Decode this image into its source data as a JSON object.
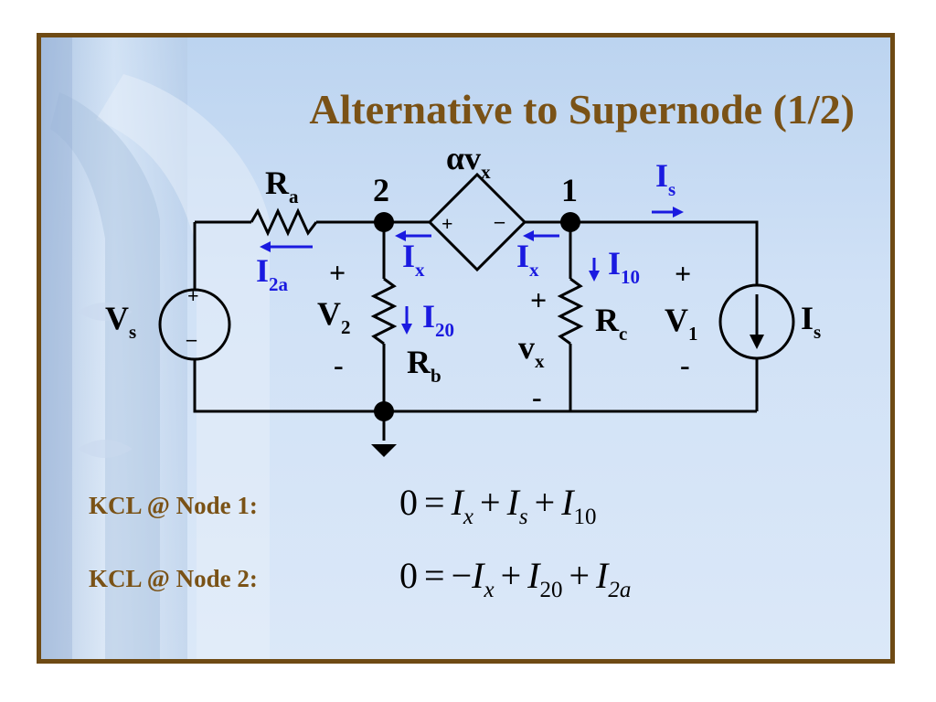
{
  "slide": {
    "title": "Alternative to Supernode (1/2)"
  },
  "circuit": {
    "ra": {
      "main": "R",
      "sub": "a"
    },
    "rb": {
      "main": "R",
      "sub": "b"
    },
    "rc": {
      "main": "R",
      "sub": "c"
    },
    "vs": {
      "main": "V",
      "sub": "s"
    },
    "is_source": {
      "main": "I",
      "sub": "s"
    },
    "dep_source": {
      "main": "αv",
      "sub": "x"
    },
    "node2": "2",
    "node1": "1",
    "v2": {
      "main": "V",
      "sub": "2",
      "plus": "+",
      "minus": "-"
    },
    "v1": {
      "main": "V",
      "sub": "1",
      "plus": "+",
      "minus": "-"
    },
    "vx": {
      "main": "v",
      "sub": "x",
      "plus": "+",
      "minus": "-"
    },
    "vs_polarity": {
      "plus": "+",
      "minus": "–"
    },
    "dep_polarity": {
      "plus": "+",
      "minus": "–"
    },
    "currents": {
      "i2a": {
        "main": "I",
        "sub": "2a"
      },
      "ix_left": {
        "main": "I",
        "sub": "x"
      },
      "ix_right": {
        "main": "I",
        "sub": "x"
      },
      "i20": {
        "main": "I",
        "sub": "20"
      },
      "i10": {
        "main": "I",
        "sub": "10"
      },
      "is_top": {
        "main": "I",
        "sub": "s"
      }
    }
  },
  "equations": {
    "node1": {
      "label": "KCL @ Node 1:",
      "lhs": "0",
      "eq": "=",
      "t1": "I",
      "t1sub": "x",
      "op1": "+",
      "t2": "I",
      "t2sub": "s",
      "op2": "+",
      "t3": "I",
      "t3sub": "10"
    },
    "node2": {
      "label": "KCL @ Node 2:",
      "lhs": "0",
      "eq": "=",
      "neg": "−",
      "t1": "I",
      "t1sub": "x",
      "op1": "+",
      "t2": "I",
      "t2sub": "20",
      "op2": "+",
      "t3": "I",
      "t3sub": "2a"
    }
  },
  "colors": {
    "border": "#6e4a14",
    "title": "#7a5216",
    "current_label": "#1a1ae0",
    "background": "#d0e1f6"
  }
}
